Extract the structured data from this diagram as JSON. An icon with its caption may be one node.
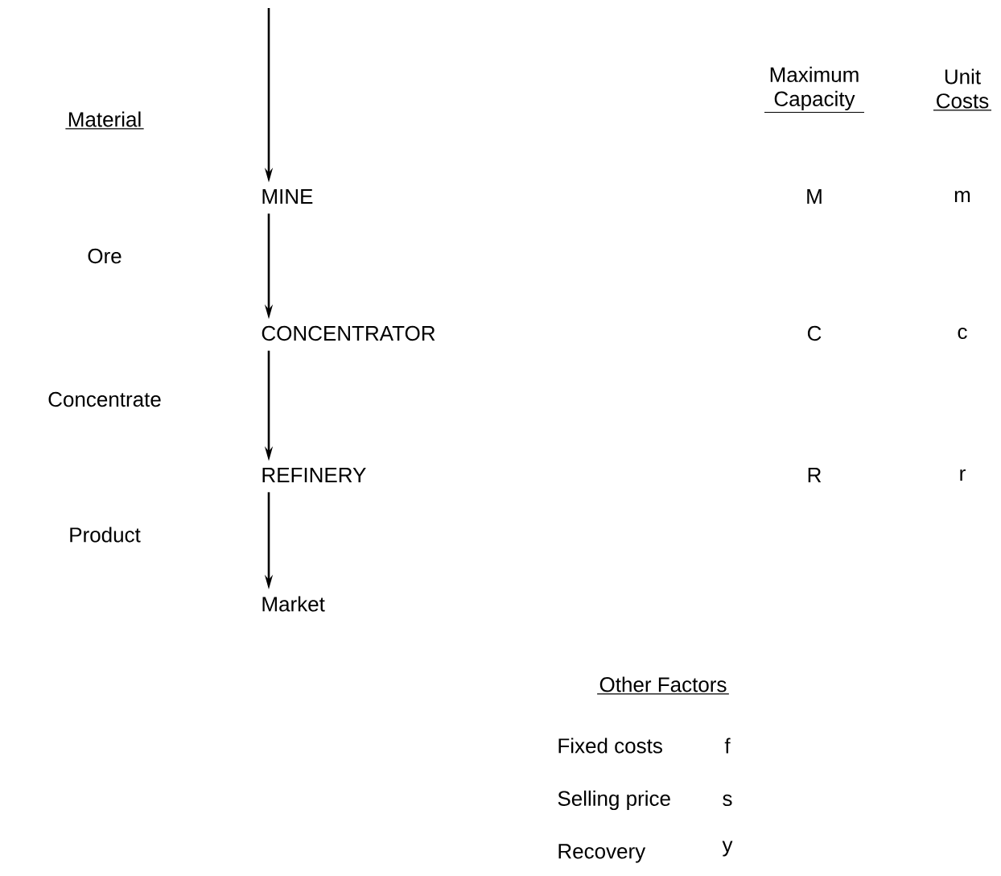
{
  "diagram": {
    "nodes": [
      {
        "text": [
          "MINE"
        ]
      },
      {
        "text": [
          "CONCENTRATOR"
        ]
      },
      {
        "text": [
          "REFINERY"
        ]
      },
      {
        "text": [
          "Market"
        ]
      }
    ],
    "edges": [
      {
        "from": null,
        "to": 0,
        "arrow": "to"
      },
      {
        "from": 0,
        "to": 1,
        "arrow": "to"
      },
      {
        "from": 1,
        "to": 2,
        "arrow": "to"
      },
      {
        "from": 2,
        "to": 3,
        "arrow": "to"
      }
    ],
    "labels": [
      "Maximum Capacity",
      "Unit Costs",
      "Material",
      "M",
      "m",
      "Ore",
      "C",
      "c",
      "Concentrate",
      "R",
      "r",
      "Product",
      "Other Factors",
      "Fixed costs",
      "f",
      "Selling price",
      "s",
      "Recovery",
      "y"
    ]
  }
}
